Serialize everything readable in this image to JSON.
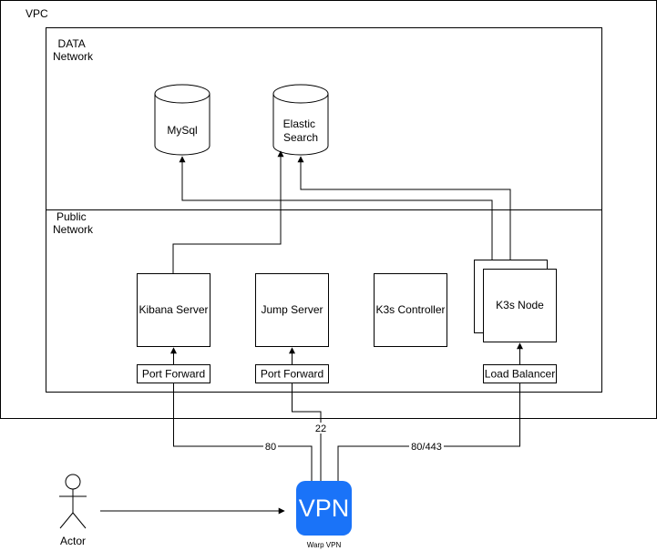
{
  "containers": {
    "vpc": "VPC",
    "data_network": [
      "DATA",
      "Network"
    ],
    "public_network": [
      "Public",
      "Network"
    ]
  },
  "databases": {
    "mysql": [
      "MySql"
    ],
    "elastic": [
      "Elastic",
      "Search"
    ]
  },
  "servers": {
    "kibana": "Kibana Server",
    "jump": "Jump Server",
    "k3s_controller": "K3s Controller",
    "k3s_node": "K3s Node"
  },
  "gateways": {
    "kibana_port_forward": "Port Forward",
    "jump_port_forward": "Port Forward",
    "load_balancer": "Load Balancer"
  },
  "ports": {
    "kibana": "80",
    "jump": "22",
    "k3s": "80/443"
  },
  "vpn": {
    "icon_text": "VPN",
    "caption": "Warp VPN",
    "color": "#1a73f8"
  },
  "actor": {
    "label": "Actor"
  }
}
